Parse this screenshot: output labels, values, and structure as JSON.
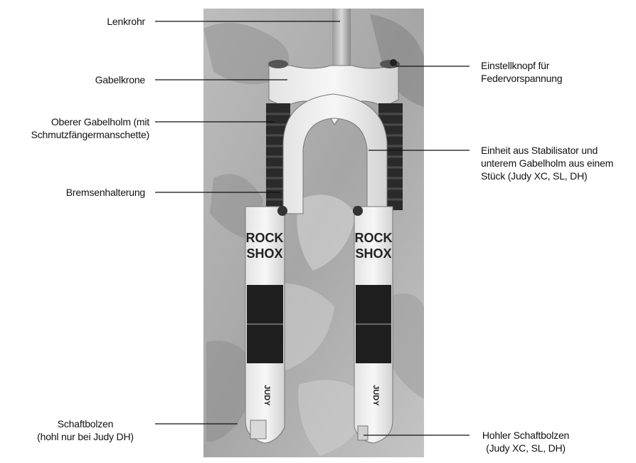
{
  "labels": {
    "lenkrohr": "Lenkrohr",
    "gabelkrone": "Gabelkrone",
    "oberer_gabelholm": "Oberer Gabelholm (mit\nSchmutzfängermanschette)",
    "bremsenhalterung": "Bremsenhalterung",
    "schaftbolzen": "Schaftbolzen\n(hohl nur bei Judy DH)",
    "einstellknopf": "Einstellknopf für\nFedervorspannung",
    "einheit_stabilisator": "Einheit aus Stabilisator und\nunterem Gabelholm aus einem\nStück (Judy XC, SL, DH)",
    "hohler_schaftbolzen": "Hohler Schaftbolzen\n(Judy XC, SL, DH)"
  },
  "photo": {
    "slider_logo_text": [
      "ROCK",
      "SHOX"
    ],
    "lower_logo_text": "JUDY"
  }
}
